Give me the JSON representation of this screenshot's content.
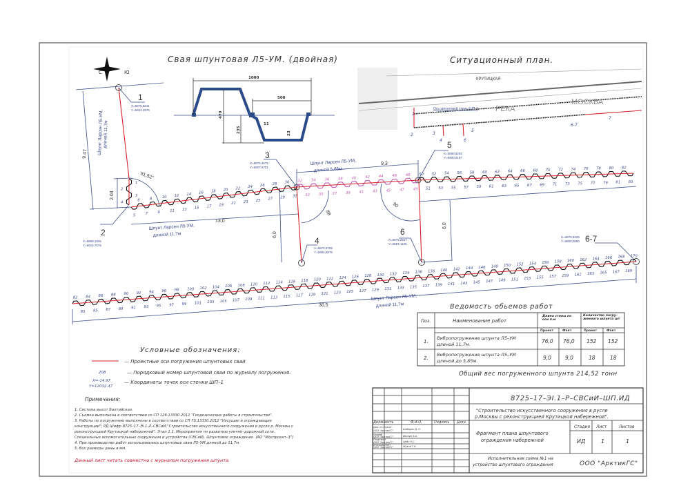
{
  "compass": {
    "north": "С",
    "south": "Ю"
  },
  "profile": {
    "title": "Свая шпунтовая Л5-УМ. (двойная)",
    "dims": {
      "width": "1000",
      "half": "500",
      "height": "470",
      "half_height": "235",
      "wall": "11",
      "flange": "23"
    }
  },
  "situation": {
    "title": "Ситуационный план.",
    "street": "КРУТИЦКАЯ",
    "river1": "РЕКА",
    "river2": "МОСКВА",
    "axis_label": "Ось шпунтовой стены ШП-1",
    "points": [
      "1",
      "2",
      "3",
      "4",
      "5",
      "6",
      "6-7",
      "7"
    ]
  },
  "plan": {
    "points": [
      {
        "label": "1",
        "x": "X=6875,6611",
        "y": "Y=6924,2876"
      },
      {
        "label": "2",
        "x": "X=6869,1935",
        "y": "Y=6916,7075"
      },
      {
        "label": "3",
        "x": "X=6875,4575",
        "y": "Y=6907,9701"
      },
      {
        "label": "4",
        "x": "X=6870,9769",
        "y": "Y=6904,6976"
      },
      {
        "label": "5",
        "x": "X=6880,6203",
        "y": "Y=6900,0157"
      },
      {
        "label": "6",
        "x": "X=6876,2517",
        "y": "Y=6897,1105"
      },
      {
        "label": "6-7",
        "x": "X=6875,8425",
        "y": "Y=6850,0080"
      }
    ],
    "dims": {
      "d947": "9.47",
      "d204": "2.04",
      "angle1": "91,52°",
      "d130": "13,0",
      "d60a": "6,0",
      "angle2": "88",
      "d93": "9,3",
      "angle3": "90",
      "d60b": "6,0",
      "d305": "30,5"
    },
    "shunt_labels": [
      {
        "line1": "Шпунт Ларсен Л5-УМ,",
        "line2": "длиной 11,7м"
      },
      {
        "line1": "Шпунт Ларсен Л5-УМ,",
        "line2": "длиной 5,85м"
      },
      {
        "line1": "Шпунт Ларсен Л5-УМ,",
        "line2": "длиной 11,7м"
      },
      {
        "line1": "Шпунт Ларсен Л5-УМ,",
        "line2": "длиной 11,7м"
      }
    ],
    "walls": [
      {
        "from": 1,
        "to": 4
      },
      {
        "from": 5,
        "to": 31
      },
      {
        "from": 32,
        "to": 49
      },
      {
        "from": 50,
        "to": 83
      },
      {
        "from": 82,
        "to": 170
      }
    ],
    "colors": {
      "axis": "#d8202a",
      "pile": "#111111",
      "numbers": "#3a4a8c",
      "numbers_alt": "#c05ab0"
    }
  },
  "volumes": {
    "title": "Ведомость обьемов работ",
    "headers": {
      "pos": "Поз.",
      "name": "Наименование работ",
      "length": "Длина стены по оси п.м",
      "qty": "Количество погру-женного шпунта шт",
      "plan": "Проект",
      "fact": "Факт"
    },
    "rows": [
      {
        "pos": "1.",
        "name1": "Вибропогружение шпунта Л5–УМ",
        "name2": "длиной 11,7м.",
        "len_plan": "76,0",
        "len_fact": "76,0",
        "qty_plan": "152",
        "qty_fact": "152"
      },
      {
        "pos": "2.",
        "name1": "Вибропогружение шпунта Л5–УМ",
        "name2": "длиной до 5,85м.",
        "len_plan": "9,0",
        "len_fact": "9,0",
        "qty_plan": "18",
        "qty_fact": "18"
      }
    ],
    "total": "Общий вес погруженного шпунта 214,52 тонн"
  },
  "legend": {
    "title": "Условные обозначения:",
    "items": [
      {
        "sample": "",
        "text": "—   Проектные оси погружения шпунтовых свай"
      },
      {
        "sample": "208",
        "text": "—   Порядковый номер шпунтовой сваи по журналу погружения."
      },
      {
        "sample": "X=-14.97",
        "sample2": "Y=12032.47",
        "text": "— Координаты точек оси стенки ШП–1"
      }
    ]
  },
  "notes": {
    "title": "Примечания:",
    "lines": [
      "1.  Система высот Балтийская.",
      "2.  Съемка выполнена в соответствии со СП 126.13330.2012 \"Геодезические работы в строительстве\".",
      "3.  Работы по погружению выполнены в соответствии со СП 70.13330.2012  \"Несущие и ограждающие",
      "конструкции\";  РД Шифр 8725–17–ЭI.1–Р–СВСиИ,\"Строительство искусственного сооружения в русле р. Москвы с",
      "реконструкцией Крутицкой набережной\".  Этап 1.1.  Мероприятия по развитию улично–дорожной сети.",
      "Специальные вспомогательные сооружения и устройства (СВСиИ). Шпунтовое ограждение. (АО \"Моспроект–3\")",
      "4.  При производстве работ использовались шпунтовые сваи Л5–УМ длиной до 11,7м.",
      "5.  Все размеры даны в мм."
    ],
    "warning": "Данный лист читать совместно с журналом погружения шпунта."
  },
  "title_block": {
    "code": "8725–17–ЭI.1–Р–СВСиИ–ШП.ИД",
    "project1": "\"Строительство искусственного сооружения в русле",
    "project2": "р.Москвы с реконструкцией Крутицкой набережной\".",
    "sheet_name1": "Фрагмент плана шпунтового",
    "sheet_name2": "ограждения набережной",
    "doc_name1": "Исполнительная схема №1 на",
    "doc_name2": "устройство шпунтового ограждения",
    "org": "ООО \"АрктикГС\"",
    "stage_h": "Стадия",
    "sheet_h": "Лист",
    "sheets_h": "Листов",
    "stage": "ИД",
    "sheet": "1",
    "sheets": "1",
    "cols": {
      "role": "Должность",
      "name": "Ф.И.О.",
      "sign": "Подпись",
      "date": "Дата"
    },
    "people": [
      {
        "role1": "Дир. по строит.",
        "role2": "ООО \"АрктикГС\"",
        "name": "Шабарин Д. Н."
      },
      {
        "role1": "Прораб",
        "role2": "ООО \"АрктикГС\"",
        "name": "Ивонин Б.А."
      },
      {
        "role1": "Геодезист",
        "role2": "ООО \"АрктикГС\"",
        "name": "Цыбо Н.С."
      },
      {
        "role1": "Инженер ПТО",
        "role2": "ООО \"АрктикГС\"",
        "name": "Жуков Г.Н."
      }
    ]
  }
}
